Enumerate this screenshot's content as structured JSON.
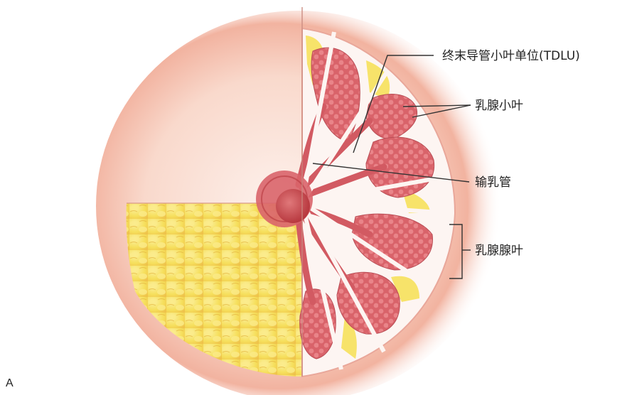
{
  "panel_letter": "A",
  "labels": {
    "tdlu": "终末导管小叶单位(TDLU)",
    "lobule": "乳腺小叶",
    "duct": "输乳管",
    "lobe": "乳腺腺叶"
  },
  "colors": {
    "skin_outer": "#f2b3a0",
    "skin_inner": "#fbe7de",
    "fat": "#f7e36a",
    "gland": "#d9636a",
    "nipple": "#cc4b4f",
    "septum": "#fdf5f2",
    "leader_line": "#333333"
  }
}
